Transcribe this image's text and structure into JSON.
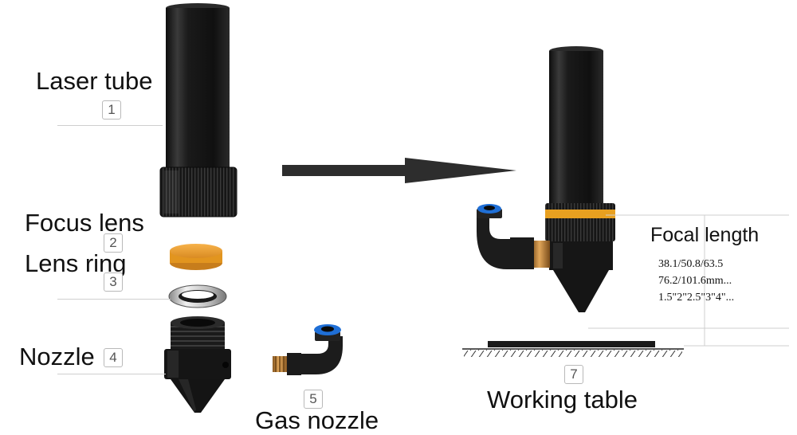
{
  "labels": {
    "laser_tube": "Laser tube",
    "focus_lens": "Focus lens",
    "lens_ring": "Lens ring",
    "nozzle": "Nozzle",
    "gas_nozzle": "Gas nozzle",
    "focal_length": "Focal length",
    "working_table": "Working table"
  },
  "numbers": {
    "n1": "1",
    "n2": "2",
    "n3": "3",
    "n4": "4",
    "n5": "5",
    "n7": "7"
  },
  "focal_specs": [
    "38.1/50.8/63.5",
    "76.2/101.6mm...",
    "1.5\"2\"2.5\"3\"4\"..."
  ],
  "colors": {
    "tube": "#1c1c1c",
    "lens": "#f0a53a",
    "brass": "#c98a3c",
    "fitting_blue": "#1f6fd6",
    "gold_band": "#e8a020"
  }
}
